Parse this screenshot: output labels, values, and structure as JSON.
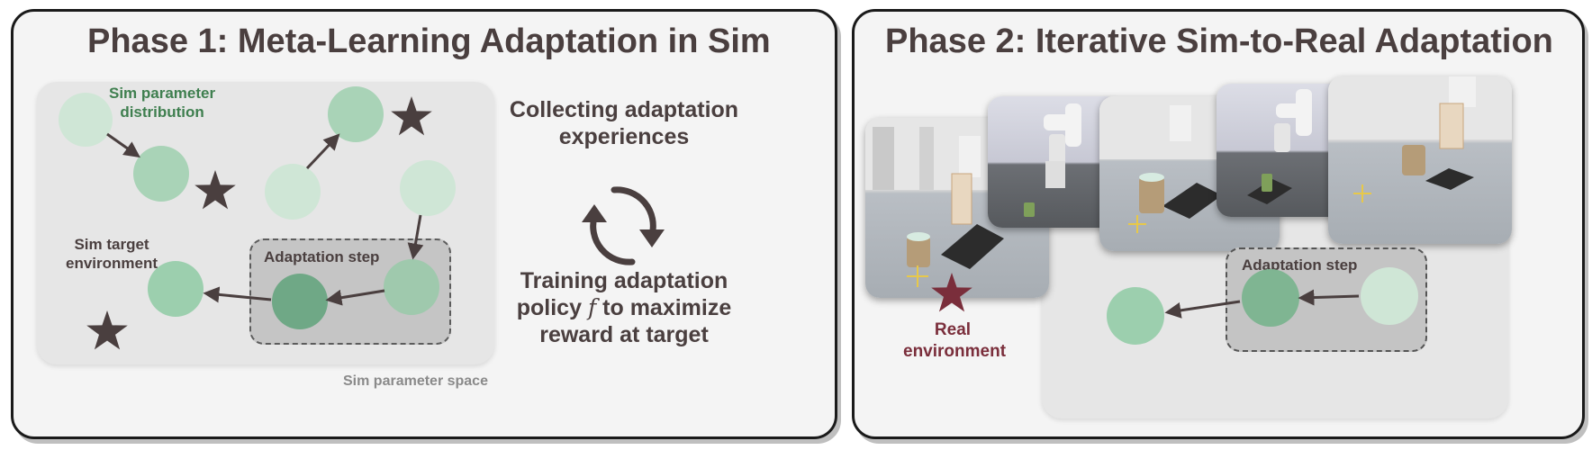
{
  "phase1": {
    "title": "Phase 1: Meta-Learning Adaptation in Sim",
    "param_distribution_label_line1": "Sim parameter",
    "param_distribution_label_line2": "distribution",
    "target_env_label_line1": "Sim target",
    "target_env_label_line2": "environment",
    "adaptation_step_label": "Adaptation step",
    "space_label": "Sim parameter space",
    "collect_line1": "Collecting adaptation",
    "collect_line2": "experiences",
    "train_line1": "Training adaptation",
    "train_line2_pre": "policy",
    "train_line2_symbol": "f",
    "train_line2_post": "to maximize",
    "train_line3": "reward at target"
  },
  "phase2": {
    "title": "Phase 2: Iterative Sim-to-Real Adaptation",
    "adaptation_step_label": "Adaptation step",
    "real_env_line1": "Real",
    "real_env_line2": "environment"
  },
  "colors": {
    "panel_border": "#1a1a1a",
    "title_text": "#4a3f3f",
    "node_light": "#cfe6d6",
    "node_mid": "#a9d3b7",
    "node_dark": "#6fa886",
    "star_sim": "#4a3f3f",
    "star_real": "#7a2e3b",
    "param_label": "#3f7f4f"
  },
  "icons": [
    "star-icon",
    "cycle-arrows-icon",
    "arrow-icon",
    "crosshair-icon"
  ]
}
